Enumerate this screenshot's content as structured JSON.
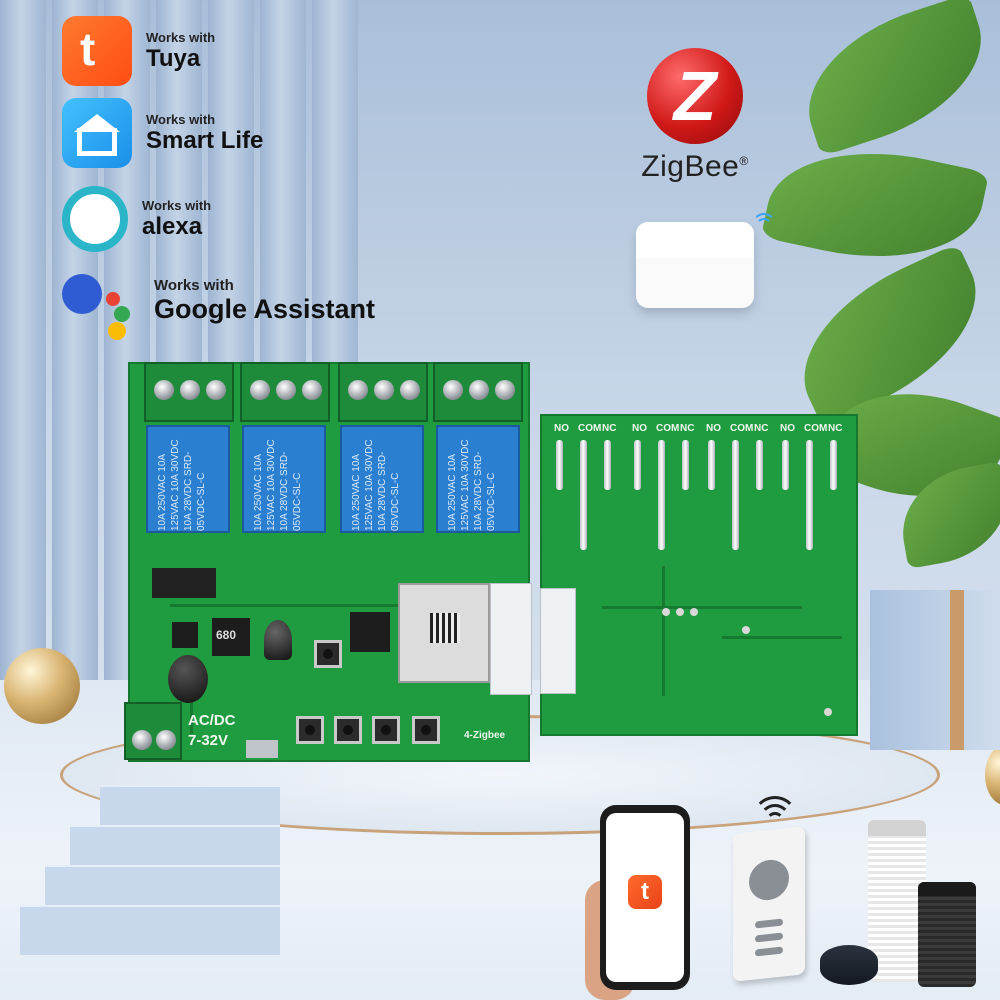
{
  "badges": {
    "tuya": {
      "small": "Works with",
      "big": "Tuya",
      "color": "#ff5a1f"
    },
    "smartlife": {
      "small": "Works with",
      "big": "Smart Life",
      "color": "#2aa8ff"
    },
    "alexa": {
      "small": "Works with",
      "big": "alexa",
      "color": "#2bb5c8"
    },
    "google": {
      "small": "Works with",
      "big": "Google Assistant",
      "colors": [
        "#2f5bd3",
        "#ea4335",
        "#fbbc05",
        "#34a853"
      ]
    }
  },
  "zigbee": {
    "letter": "Z",
    "word": "ZigBee",
    "reg": "®",
    "color": "#d01818"
  },
  "board_front": {
    "relays": [
      {
        "text": "10A 250VAC 10A 125VAC 10A 30VDC 10A 28VDC SRD-05VDC-SL-C"
      },
      {
        "text": "10A 250VAC 10A 125VAC 10A 30VDC 10A 28VDC SRD-05VDC-SL-C"
      },
      {
        "text": "10A 250VAC 10A 125VAC 10A 30VDC 10A 28VDC SRD-05VDC-SL-C"
      },
      {
        "text": "10A 250VAC 10A 125VAC 10A 30VDC 10A 28VDC SRD-05VDC-SL-C"
      }
    ],
    "power_label_1": "AC/DC",
    "power_label_2": "7-32V",
    "model_label": "4-Zigbee",
    "inductor_label": "680"
  },
  "board_back": {
    "terminal_labels": [
      {
        "no": "NO",
        "com": "COM",
        "nc": "NC"
      },
      {
        "no": "NO",
        "com": "COM",
        "nc": "NC"
      },
      {
        "no": "NO",
        "com": "COM",
        "nc": "NC"
      },
      {
        "no": "NO",
        "com": "COM",
        "nc": "NC"
      }
    ]
  },
  "phone": {
    "app_letter": "t"
  }
}
